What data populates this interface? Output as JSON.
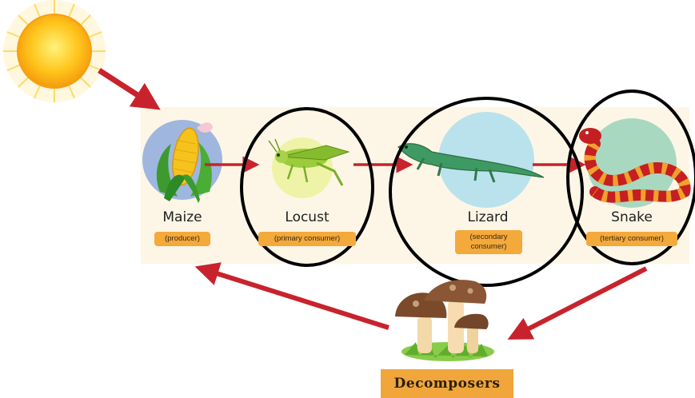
{
  "organisms": [
    {
      "name": "Maize",
      "role": "(producer)"
    },
    {
      "name": "Locust",
      "role": "(primary consumer)"
    },
    {
      "name": "Lizard",
      "role": "(secondary consumer)"
    },
    {
      "name": "Snake",
      "role": "(tertiary consumer)"
    }
  ],
  "decomposers": {
    "label": "Decomposers"
  },
  "colors": {
    "arrow": "#c8232c",
    "tag": "#f4a93b",
    "panel": "#fdf6e6",
    "circle_outline": "#000000"
  },
  "icons": [
    "sun-icon",
    "maize-icon",
    "locust-icon",
    "lizard-icon",
    "snake-icon",
    "mushroom-icon"
  ]
}
